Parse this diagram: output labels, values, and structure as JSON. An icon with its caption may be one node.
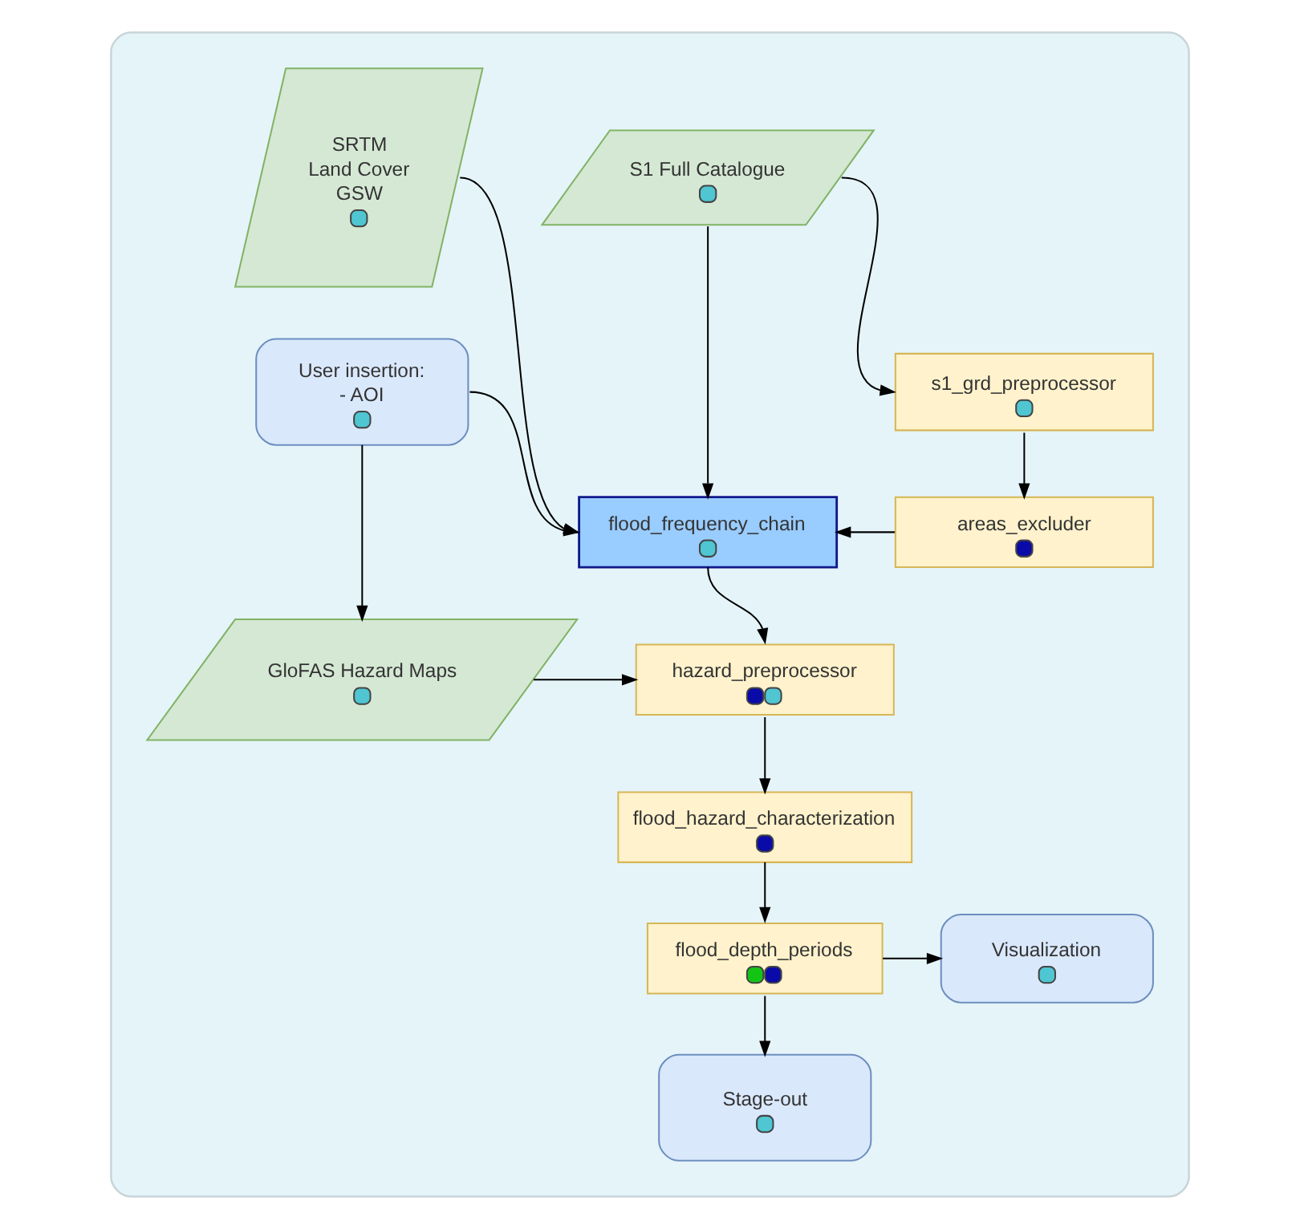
{
  "diagram": {
    "nodes": [
      {
        "text": [],
        "shape": "box"
      },
      {
        "text": [
          "SRTM",
          "Land Cover",
          "GSW"
        ],
        "in": 0
      },
      {
        "text": [
          "S1 Full Catalogue"
        ],
        "in": 0
      },
      {
        "text": [
          "s1_grd_preprocessor"
        ],
        "in": 0
      },
      {
        "text": [
          "User insertion:",
          "- AOI"
        ],
        "in": 0
      },
      {
        "text": [
          "flood_frequency_chain"
        ],
        "in": 0
      },
      {
        "text": [
          "areas_excluder"
        ],
        "in": 0
      },
      {
        "text": [
          "GloFAS Hazard Maps"
        ],
        "in": 0
      },
      {
        "text": [
          "hazard_preprocessor"
        ],
        "in": 0
      },
      {
        "text": [
          "flood_hazard_characterization"
        ],
        "in": 0
      },
      {
        "text": [
          "flood_depth_periods"
        ],
        "in": 0
      },
      {
        "text": [
          "Visualization"
        ],
        "in": 0
      },
      {
        "text": [
          "Stage-out"
        ],
        "in": 0
      }
    ],
    "edges": [
      {
        "from": 1,
        "to": 5,
        "arrow": "to"
      },
      {
        "from": 2,
        "to": 5,
        "arrow": "to"
      },
      {
        "from": 2,
        "to": 3,
        "arrow": "to"
      },
      {
        "from": 3,
        "to": 6,
        "arrow": "to"
      },
      {
        "from": 6,
        "to": 5,
        "arrow": "to"
      },
      {
        "from": 4,
        "to": 5,
        "arrow": "to"
      },
      {
        "from": 4,
        "to": 7,
        "arrow": "to"
      },
      {
        "from": 7,
        "to": 8,
        "arrow": "to"
      },
      {
        "from": 5,
        "to": 8,
        "arrow": "to"
      },
      {
        "from": 8,
        "to": 9,
        "arrow": "to"
      },
      {
        "from": 9,
        "to": 10,
        "arrow": "to"
      },
      {
        "from": 10,
        "to": 11,
        "arrow": "to"
      },
      {
        "from": 10,
        "to": 12,
        "arrow": "to"
      }
    ]
  }
}
